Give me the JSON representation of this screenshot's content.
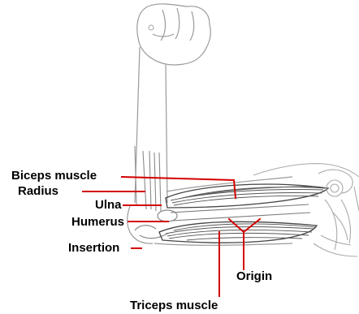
{
  "labels": {
    "biceps": "Biceps muscle",
    "radius": "Radius",
    "ulna": "Ulna",
    "humerus": "Humerus",
    "insertion": "Insertion",
    "origin": "Origin",
    "triceps": "Triceps muscle"
  },
  "colors": {
    "leader_line": "#d40000",
    "outline": "#888888",
    "muscle": "#555555",
    "background": "#ffffff"
  }
}
